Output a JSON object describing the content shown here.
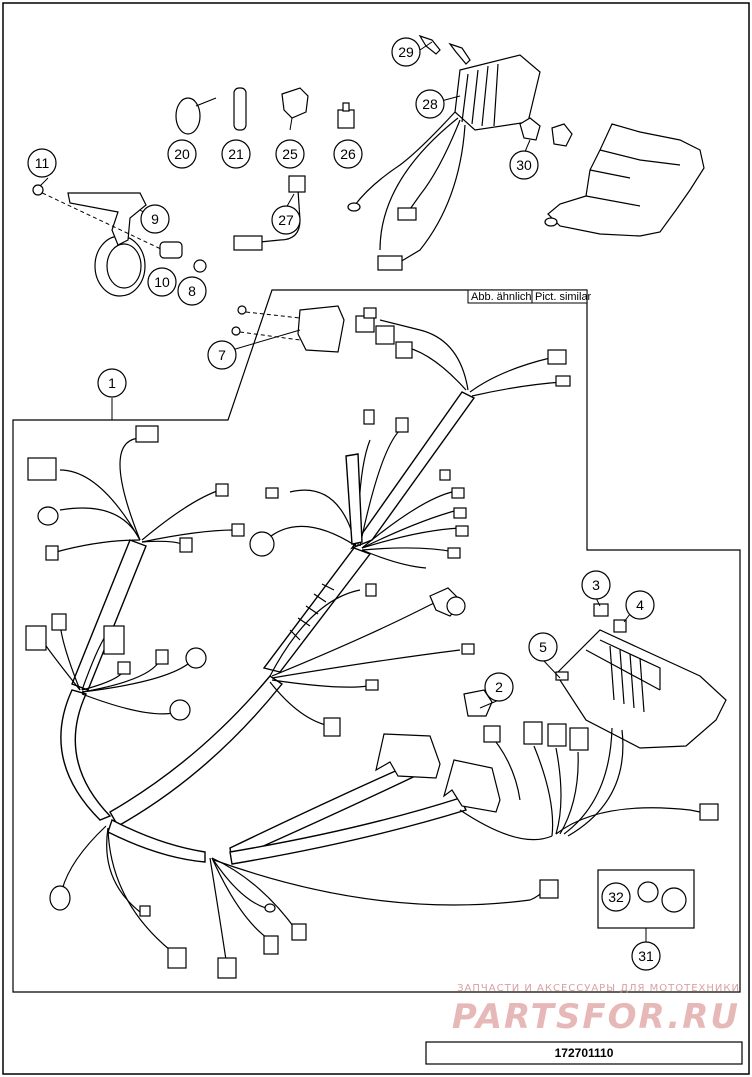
{
  "labels": {
    "pict_similar_de": "Abb. ähnlich",
    "pict_similar_en": "Pict. similar"
  },
  "callouts": [
    "1",
    "2",
    "3",
    "4",
    "5",
    "7",
    "8",
    "9",
    "10",
    "11",
    "20",
    "21",
    "25",
    "26",
    "27",
    "28",
    "29",
    "30",
    "31",
    "32"
  ],
  "watermark": {
    "tagline": "ЗАПЧАСТИ И АКСЕССУАРЫ ДЛЯ МОТОТЕХНИКИ",
    "brand": "PARTSFOR.RU"
  },
  "part_number": "172701110",
  "colors": {
    "line": "#000000",
    "watermark": "#d9a0a0"
  }
}
